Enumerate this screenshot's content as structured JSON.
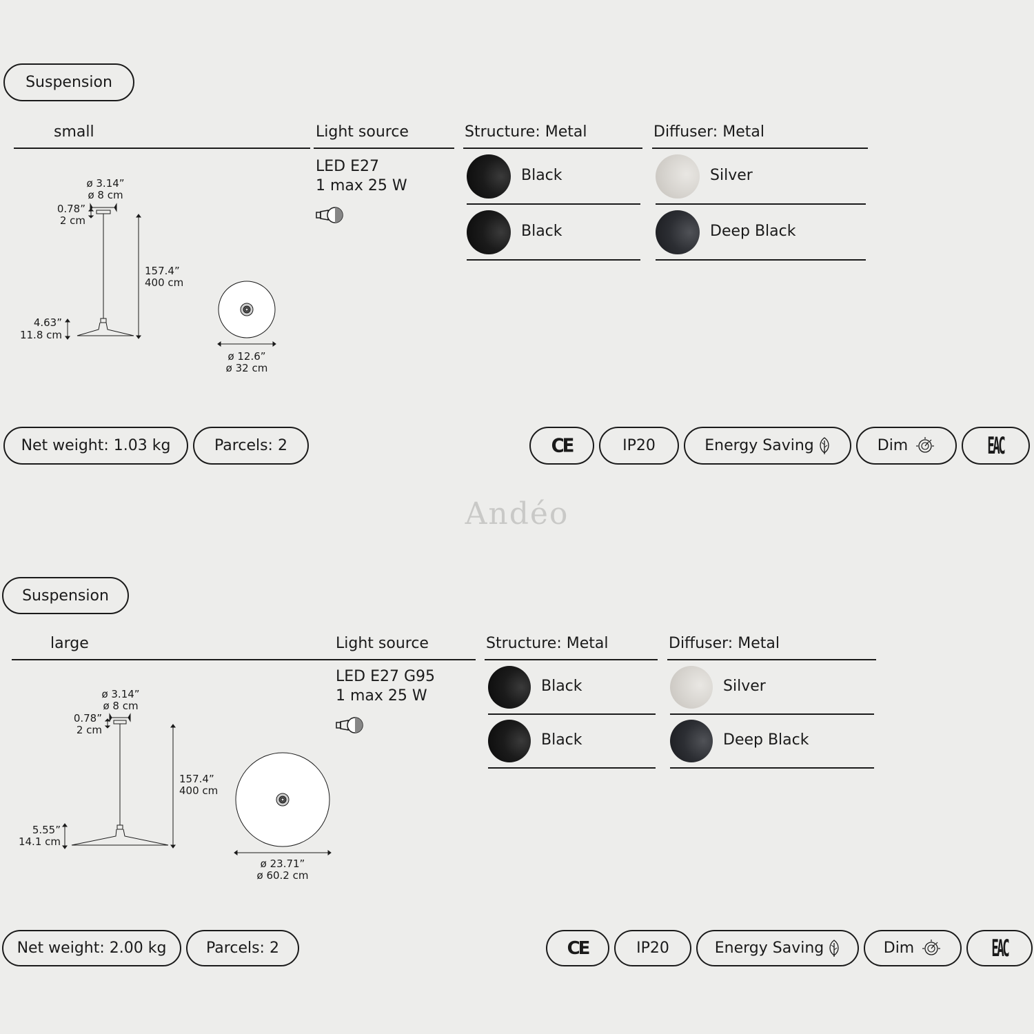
{
  "watermark": "Andéo",
  "sections": [
    {
      "badge": "Suspension",
      "size_label": "small",
      "light_source": {
        "heading": "Light source",
        "line1": "LED E27",
        "line2": "1 max 25 W",
        "icon": "bulb-icon"
      },
      "structure": {
        "heading": "Structure: Metal",
        "items": [
          {
            "label": "Black",
            "color": "#151515"
          },
          {
            "label": "Black",
            "color": "#151515"
          }
        ]
      },
      "diffuser": {
        "heading": "Diffuser: Metal",
        "items": [
          {
            "label": "Silver",
            "color": "#d8d5d0"
          },
          {
            "label": "Deep Black",
            "color": "#2c2e33"
          }
        ]
      },
      "dims": {
        "canopy_in": "ø 3.14”",
        "canopy_cm": "ø 8 cm",
        "canopy_h_in": "0.78”",
        "canopy_h_cm": "2 cm",
        "cable_in": "157.4”",
        "cable_cm": "400 cm",
        "shade_h_in": "4.63”",
        "shade_h_cm": "11.8 cm",
        "diam_in": "ø 12.6”",
        "diam_cm": "ø 32 cm"
      },
      "net_weight": "Net weight: 1.03 kg",
      "parcels": "Parcels: 2",
      "certs": {
        "ce": "CE",
        "ip": "IP20",
        "energy": "Energy Saving",
        "dim": "Dim",
        "eac": "EAC"
      }
    },
    {
      "badge": "Suspension",
      "size_label": "large",
      "light_source": {
        "heading": "Light source",
        "line1": "LED E27 G95",
        "line2": "1 max 25 W",
        "icon": "bulb-icon"
      },
      "structure": {
        "heading": "Structure: Metal",
        "items": [
          {
            "label": "Black",
            "color": "#151515"
          },
          {
            "label": "Black",
            "color": "#151515"
          }
        ]
      },
      "diffuser": {
        "heading": "Diffuser: Metal",
        "items": [
          {
            "label": "Silver",
            "color": "#d8d5d0"
          },
          {
            "label": "Deep Black",
            "color": "#2c2e33"
          }
        ]
      },
      "dims": {
        "canopy_in": "ø 3.14”",
        "canopy_cm": "ø 8 cm",
        "canopy_h_in": "0.78”",
        "canopy_h_cm": "2 cm",
        "cable_in": "157.4”",
        "cable_cm": "400 cm",
        "shade_h_in": "5.55”",
        "shade_h_cm": "14.1 cm",
        "diam_in": "ø 23.71”",
        "diam_cm": "ø 60.2 cm"
      },
      "net_weight": "Net weight: 2.00 kg",
      "parcels": "Parcels: 2",
      "certs": {
        "ce": "CE",
        "ip": "IP20",
        "energy": "Energy Saving",
        "dim": "Dim",
        "eac": "EAC"
      }
    }
  ]
}
